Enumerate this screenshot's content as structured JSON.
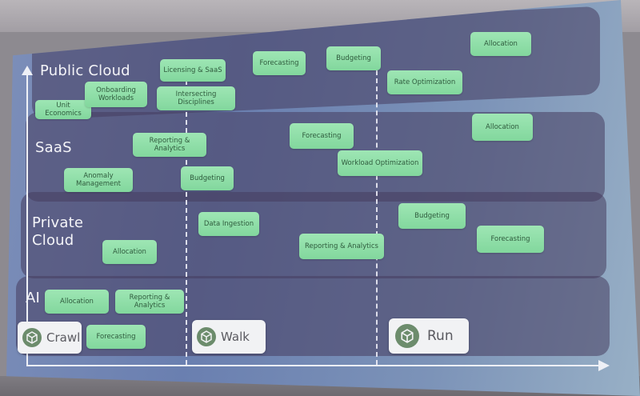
{
  "bands": [
    {
      "label": "Public Cloud"
    },
    {
      "label": "SaaS"
    },
    {
      "label": "Private Cloud"
    },
    {
      "label": "AI"
    }
  ],
  "chips": {
    "public_cloud": [
      "Unit Economics",
      "Onboarding Workloads",
      "Licensing & SaaS",
      "Intersecting Disciplines",
      "Forecasting",
      "Budgeting",
      "Rate Optimization",
      "Allocation"
    ],
    "saas": [
      "Reporting & Analytics",
      "Anomaly Management",
      "Budgeting",
      "Forecasting",
      "Workload Optimization",
      "Allocation"
    ],
    "private_cloud": [
      "Allocation",
      "Data Ingestion",
      "Reporting & Analytics",
      "Budgeting",
      "Forecasting"
    ],
    "ai": [
      "Allocation",
      "Reporting & Analytics",
      "Forecasting"
    ]
  },
  "stages": [
    {
      "label": "Crawl",
      "icon": "cube-icon"
    },
    {
      "label": "Walk",
      "icon": "cube-icon"
    },
    {
      "label": "Run",
      "icon": "cube-icon"
    }
  ],
  "colors": {
    "chip": "#8fdea8",
    "chip_text": "#2f5b3d",
    "band": "#4c4268"
  }
}
